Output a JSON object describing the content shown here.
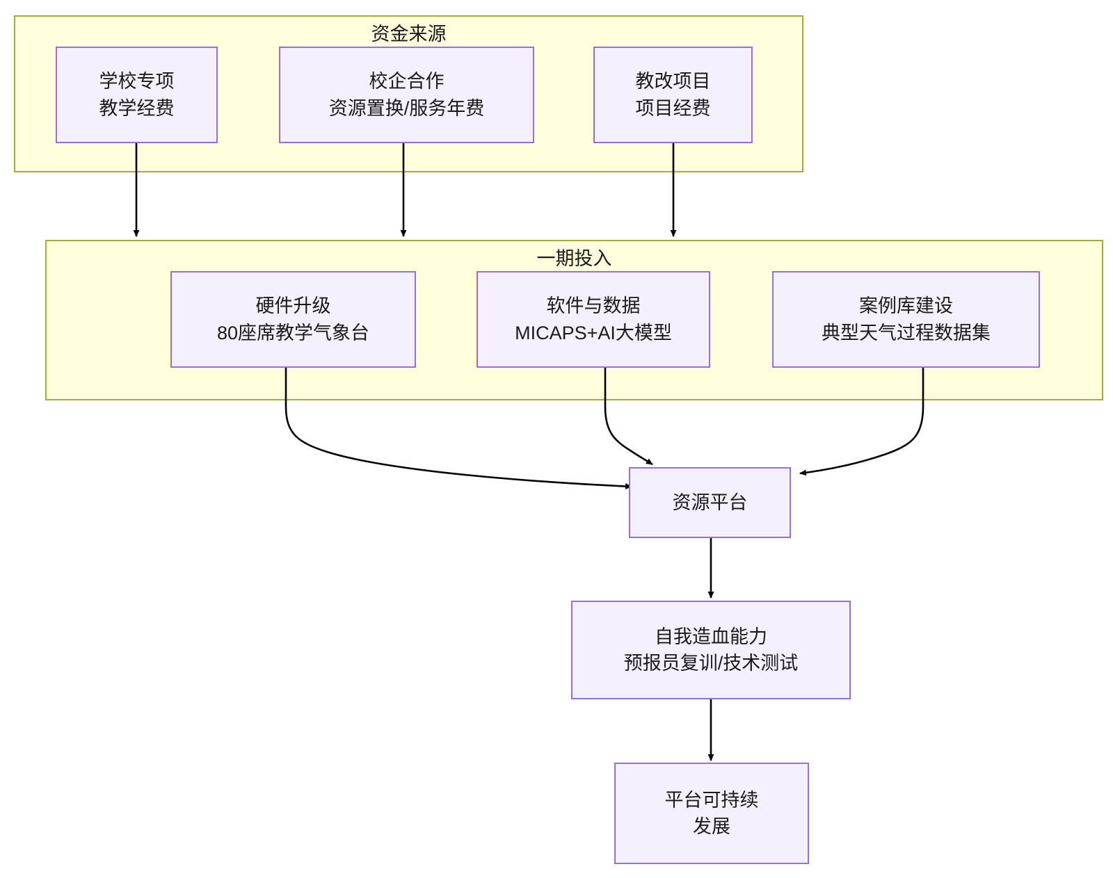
{
  "diagram": {
    "type": "flowchart",
    "direction": "top-to-bottom",
    "colors": {
      "cluster_fill": "#ffffde",
      "cluster_stroke": "#aaaa33",
      "node_fill": "#f4f0fd",
      "node_stroke": "#9370db",
      "edge_stroke": "#000000",
      "text": "#1a1a1a"
    },
    "clusters": [
      {
        "id": "funding",
        "title": "资金来源"
      },
      {
        "id": "phase1",
        "title": "一期投入"
      }
    ],
    "nodes": [
      {
        "id": "school",
        "line1": "学校专项",
        "line2": "教学经费"
      },
      {
        "id": "coop",
        "line1": "校企合作",
        "line2": "资源置换/服务年费"
      },
      {
        "id": "reform",
        "line1": "教改项目",
        "line2": "项目经费"
      },
      {
        "id": "hardware",
        "line1": "硬件升级",
        "line2": "80座席教学气象台"
      },
      {
        "id": "software",
        "line1": "软件与数据",
        "line2": "MICAPS+AI大模型"
      },
      {
        "id": "caselib",
        "line1": "案例库建设",
        "line2": "典型天气过程数据集"
      },
      {
        "id": "platform",
        "line1": "资源平台",
        "line2": ""
      },
      {
        "id": "selfsustain",
        "line1": "自我造血能力",
        "line2": "预报员复训/技术测试"
      },
      {
        "id": "sustainable",
        "line1": "平台可持续",
        "line2": "发展"
      }
    ],
    "edges": [
      {
        "from": "school",
        "to": "phase1"
      },
      {
        "from": "coop",
        "to": "phase1"
      },
      {
        "from": "reform",
        "to": "phase1"
      },
      {
        "from": "hardware",
        "to": "platform"
      },
      {
        "from": "software",
        "to": "platform"
      },
      {
        "from": "caselib",
        "to": "platform"
      },
      {
        "from": "platform",
        "to": "selfsustain"
      },
      {
        "from": "selfsustain",
        "to": "sustainable"
      }
    ]
  }
}
